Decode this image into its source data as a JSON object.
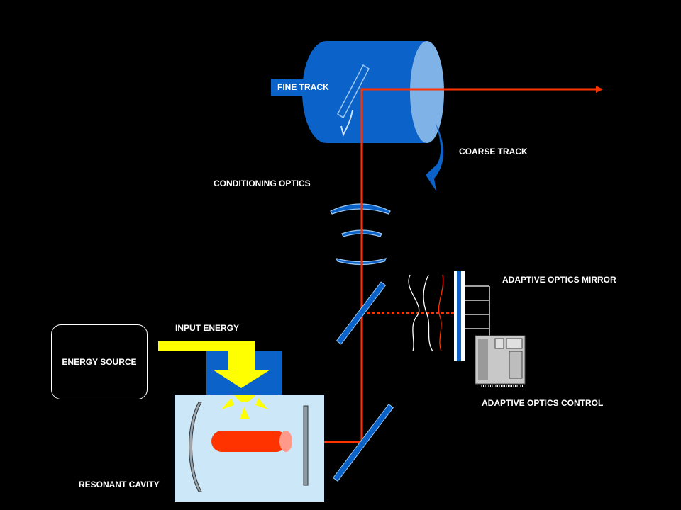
{
  "labels": {
    "fine_track": "FINE TRACK",
    "coarse_track": "COARSE TRACK",
    "conditioning_optics": "CONDITIONING OPTICS",
    "adaptive_optics_mirror": "ADAPTIVE OPTICS MIRROR",
    "input_energy": "INPUT ENERGY",
    "energy_source": "ENERGY SOURCE",
    "adaptive_optics_control": "ADAPTIVE OPTICS CONTROL",
    "resonant_cavity": "RESONANT CAVITY"
  },
  "colors": {
    "background": "#000000",
    "beam": "#ff3300",
    "optics_blue": "#0b62c8",
    "cavity": "#cce8f8",
    "arrow_yellow": "#ffff00",
    "gain_rod": "#ff3300"
  }
}
